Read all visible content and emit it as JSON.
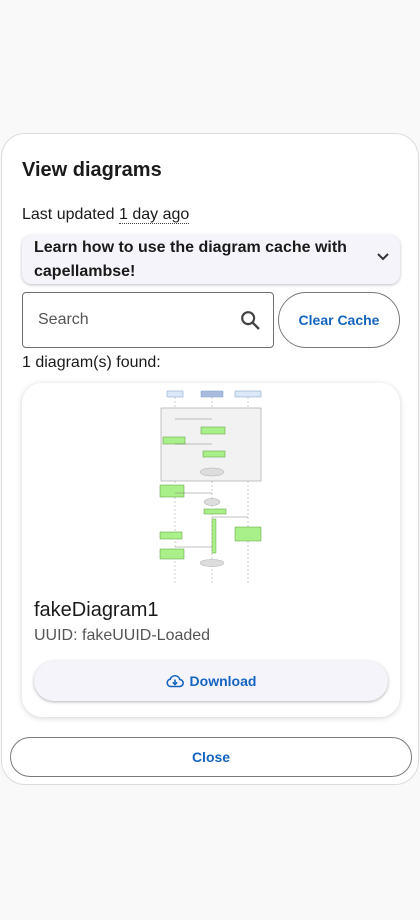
{
  "dialog": {
    "title": "View diagrams",
    "last_updated_prefix": "Last updated",
    "last_updated_value": "1 day ago",
    "learn_panel": {
      "label": "Learn how to use the diagram cache with capellambse!",
      "icon": "chevron-down-icon"
    },
    "search": {
      "placeholder": "Search",
      "value": "",
      "icon": "search-icon"
    },
    "clear_cache_label": "Clear Cache",
    "found_text": "1 diagram(s) found:",
    "diagrams": [
      {
        "name": "fakeDiagram1",
        "uuid_text": "UUID: fakeUUID-Loaded",
        "download_label": "Download",
        "download_icon": "cloud-download-icon"
      }
    ],
    "close_label": "Close"
  },
  "colors": {
    "accent": "#1565c0",
    "surface_tint": "#f6f4fb",
    "background": "#f9f9f9"
  }
}
